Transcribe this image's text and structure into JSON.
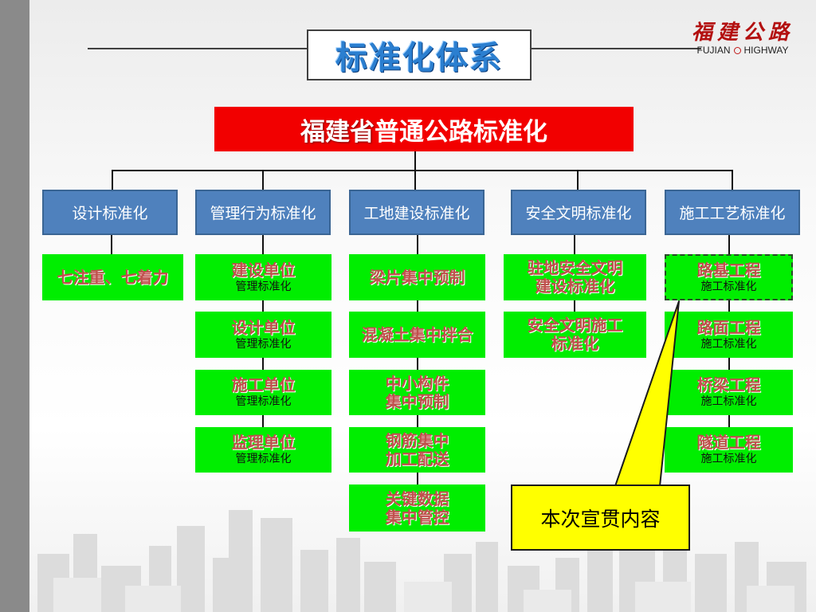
{
  "slide": {
    "title": "标准化体系",
    "logo": {
      "cn": "福建公路",
      "en_left": "FUJIAN",
      "en_right": "HIGHWAY"
    }
  },
  "root": {
    "pre": "福建省",
    "main": "普通公路标准化"
  },
  "categories": [
    {
      "label": "设计标准化"
    },
    {
      "label": "管理行为标准化"
    },
    {
      "label": "工地建设标准化"
    },
    {
      "label": "安全文明标准化"
    },
    {
      "label": "施工工艺标准化"
    }
  ],
  "design_items": [
    {
      "title": "七注重、七着力"
    }
  ],
  "management_items": [
    {
      "title": "建设单位",
      "sub": "管理标准化"
    },
    {
      "title": "设计单位",
      "sub": "管理标准化"
    },
    {
      "title": "施工单位",
      "sub": "管理标准化"
    },
    {
      "title": "监理单位",
      "sub": "管理标准化"
    }
  ],
  "site_items": [
    {
      "line1": "梁片集中预制",
      "line2": ""
    },
    {
      "line1": "混凝土集中拌合",
      "line2": ""
    },
    {
      "line1": "中小构件",
      "line2": "集中预制"
    },
    {
      "line1": "钢筋集中",
      "line2": "加工配送"
    },
    {
      "line1": "关键数据",
      "line2": "集中管控"
    }
  ],
  "safety_items": [
    {
      "line1": "驻地安全文明",
      "line2": "建设标准化"
    },
    {
      "line1": "安全文明施工",
      "line2": "标准化"
    }
  ],
  "craft_items": [
    {
      "title": "路基工程",
      "sub": "施工标准化"
    },
    {
      "title": "路面工程",
      "sub": "施工标准化"
    },
    {
      "title": "桥梁工程",
      "sub": "施工标准化"
    },
    {
      "title": "隧道工程",
      "sub": "施工标准化"
    }
  ],
  "callout": {
    "text": "本次宣贯内容"
  },
  "colors": {
    "root_red": "#f20000",
    "category_blue": "#4f81bd",
    "item_green": "#00ee00",
    "item_title_red": "#c0504d",
    "callout_yellow": "#ffff00",
    "title_blue": "#2b7fd0"
  }
}
